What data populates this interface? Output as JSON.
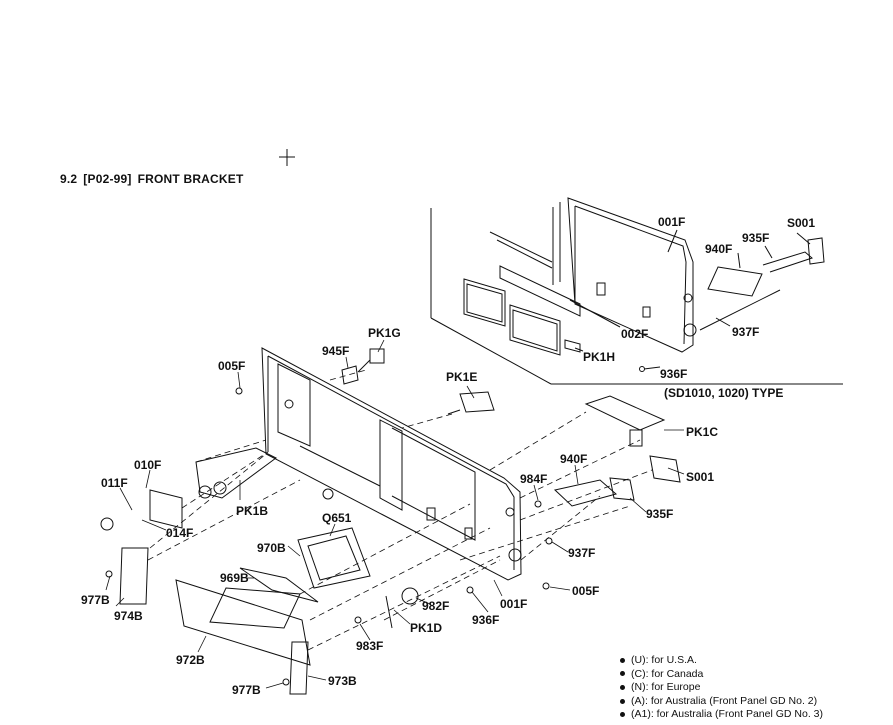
{
  "header": {
    "section_number": "9.2",
    "code": "[P02-99]",
    "title": "FRONT BRACKET"
  },
  "inset": {
    "type_label": "(SD1010, 1020) TYPE",
    "parts": [
      "001F",
      "935F",
      "S001",
      "940F",
      "937F",
      "002F",
      "PK1H",
      "936F"
    ]
  },
  "main_parts": {
    "pk1g": "PK1G",
    "f945": "945F",
    "f005a": "005F",
    "pk1e": "PK1E",
    "pk1c": "PK1C",
    "f010": "010F",
    "f011": "011F",
    "pk1b": "PK1B",
    "f014": "014F",
    "f940": "940F",
    "f984": "984F",
    "s001": "S001",
    "f935": "935F",
    "q651": "Q651",
    "b970": "970B",
    "f937": "937F",
    "b977a": "977B",
    "b969": "969B",
    "b974": "974B",
    "f005b": "005F",
    "f982": "982F",
    "f001": "001F",
    "f936": "936F",
    "pk1d": "PK1D",
    "b972": "972B",
    "f983": "983F",
    "b977b": "977B",
    "b973": "973B"
  },
  "legend": [
    "(U): for U.S.A.",
    "(C): for Canada",
    "(N): for Europe",
    "(A): for Australia (Front Panel GD No. 2)",
    "(A1): for Australia (Front Panel GD No. 3)"
  ]
}
